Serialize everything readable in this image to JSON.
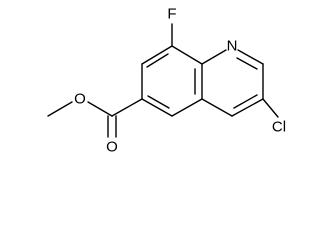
{
  "molecule": {
    "atom_labels": {
      "fluorine": "F",
      "nitrogen": "N",
      "carbonyl_oxygen": "O",
      "ester_oxygen": "O",
      "chlorine": "Cl"
    },
    "bond_color": "#000000",
    "background": "#ffffff"
  }
}
